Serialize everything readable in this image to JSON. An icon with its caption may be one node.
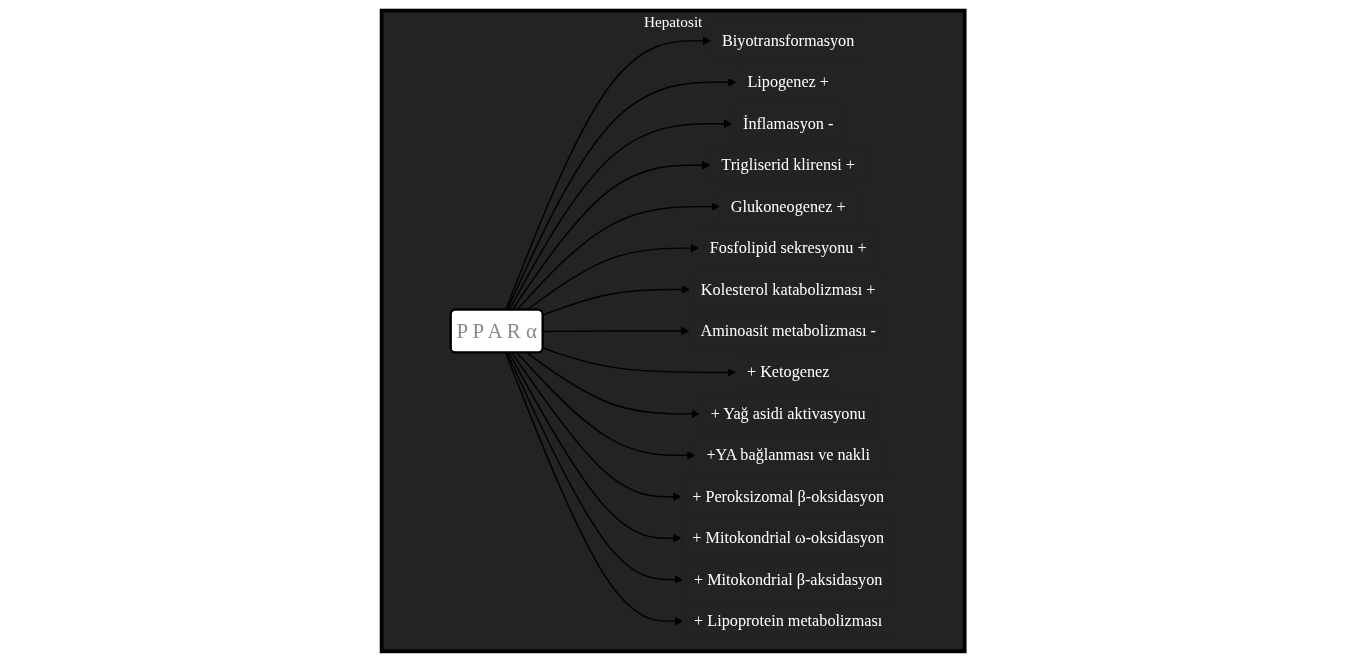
{
  "diagram": {
    "nodes": [
      {
        "text": [
          "Hepatosit"
        ]
      },
      {
        "text": [
          "Biyotransformasyon"
        ],
        "in": 0
      },
      {
        "text": [
          "P P A R α"
        ],
        "in": 0
      },
      {
        "text": [
          "Lipogenez +"
        ],
        "in": 0
      },
      {
        "text": [
          "İnflamasyon -"
        ],
        "in": 0
      },
      {
        "text": [
          "Trigliserid klirensi +"
        ],
        "in": 0
      },
      {
        "text": [
          "Glukoneogenez +"
        ],
        "in": 0
      },
      {
        "text": [
          "Fosfolipid sekresyonu +"
        ],
        "in": 0
      },
      {
        "text": [
          "Kolesterol katabolizması +"
        ],
        "in": 0
      },
      {
        "text": [
          "Aminoasit metabolizması -"
        ],
        "in": 0
      },
      {
        "text": [
          "+ Ketogenez"
        ],
        "in": 0
      },
      {
        "text": [
          "+ Yağ asidi aktivasyonu"
        ],
        "in": 0
      },
      {
        "text": [
          "+YA bağlanması ve nakli"
        ],
        "in": 0
      },
      {
        "text": [
          "+ Peroksizomal β-oksidasyon"
        ],
        "in": 0
      },
      {
        "text": [
          "+ Mitokondrial ω-oksidasyon"
        ],
        "in": 0
      },
      {
        "text": [
          "+ Mitokondrial β-aksidasyon"
        ],
        "in": 0
      },
      {
        "text": [
          "+ Lipoprotein metabolizması"
        ],
        "in": 0
      }
    ],
    "edges": [
      {
        "from": 2,
        "to": 1,
        "arrow": "to"
      },
      {
        "from": 2,
        "to": 3,
        "arrow": "to"
      },
      {
        "from": 2,
        "to": 4,
        "arrow": "to"
      },
      {
        "from": 2,
        "to": 5,
        "arrow": "to"
      },
      {
        "from": 2,
        "to": 6,
        "arrow": "to"
      },
      {
        "from": 2,
        "to": 7,
        "arrow": "to"
      },
      {
        "from": 2,
        "to": 8,
        "arrow": "to"
      },
      {
        "from": 2,
        "to": 9,
        "arrow": "to"
      },
      {
        "from": 2,
        "to": 10,
        "arrow": "to"
      },
      {
        "from": 2,
        "to": 11,
        "arrow": "to"
      },
      {
        "from": 2,
        "to": 12,
        "arrow": "to"
      },
      {
        "from": 2,
        "to": 13,
        "arrow": "to"
      },
      {
        "from": 2,
        "to": 14,
        "arrow": "to"
      },
      {
        "from": 2,
        "to": 15,
        "arrow": "to"
      },
      {
        "from": 2,
        "to": 16,
        "arrow": "to"
      }
    ]
  }
}
